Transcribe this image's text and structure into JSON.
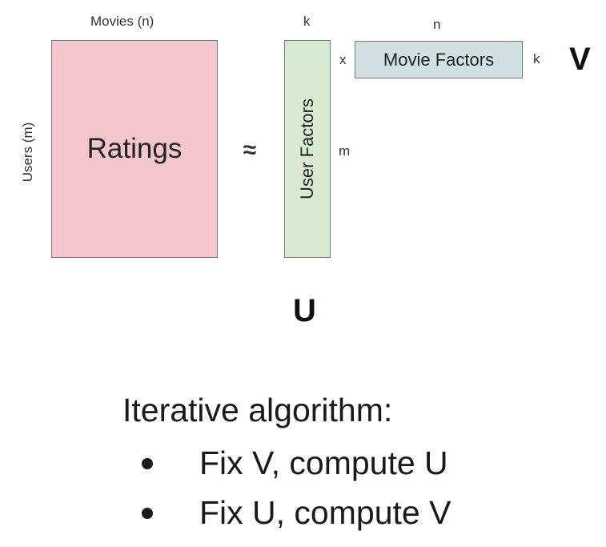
{
  "diagram": {
    "ratings": {
      "label": "Ratings",
      "col_label": "Movies (n)",
      "row_label": "Users (m)"
    },
    "approx_symbol": "≈",
    "user_factors": {
      "label": "User Factors",
      "col_label": "k",
      "row_label": "m",
      "name": "U"
    },
    "multiply_symbol": "x",
    "movie_factors": {
      "label": "Movie Factors",
      "col_label": "n",
      "row_label": "k",
      "name": "V"
    }
  },
  "algorithm": {
    "title": "Iterative algorithm:",
    "steps": [
      "Fix V, compute U",
      "Fix U, compute V"
    ]
  },
  "colors": {
    "ratings_fill": "#f4c7cd",
    "user_factors_fill": "#d9ead3",
    "movie_factors_fill": "#d0e0e3"
  }
}
